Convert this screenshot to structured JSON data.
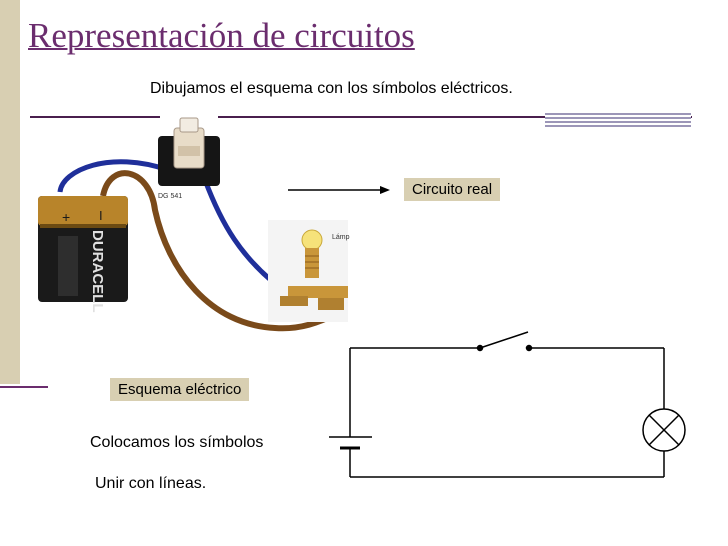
{
  "slide": {
    "title": "Representación de circuitos",
    "subtitle": "Dibujamos el esquema con los símbolos eléctricos.",
    "real_circuit_label": "Circuito real",
    "schematic_label": "Esquema eléctrico",
    "step_symbols": "Colocamos los símbolos",
    "step_lines": "Unir con líneas."
  },
  "photo": {
    "battery_brand": "DURACELL",
    "battery_plus": "+",
    "battery_minus": "I",
    "switch_model": "DG 541",
    "lamp_caption": "Lámp"
  },
  "colors": {
    "title": "#6b2d6e",
    "label_background": "#d8cfb2",
    "wire_blue": "#1f2f9a",
    "wire_brown": "#7a4a1a"
  }
}
